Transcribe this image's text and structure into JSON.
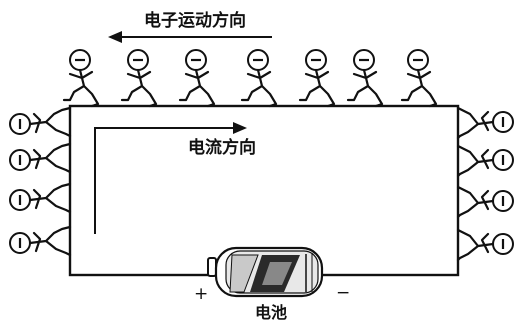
{
  "labels": {
    "electron_direction": "电子运动方向",
    "current_direction": "电流方向",
    "battery": "电池",
    "positive": "+",
    "negative": "−"
  },
  "figures": {
    "top_count": 7,
    "left_count": 4,
    "right_count": 4,
    "top_symbol": "−",
    "side_symbol": "I"
  },
  "colors": {
    "ink": "#111111",
    "background": "#ffffff"
  }
}
